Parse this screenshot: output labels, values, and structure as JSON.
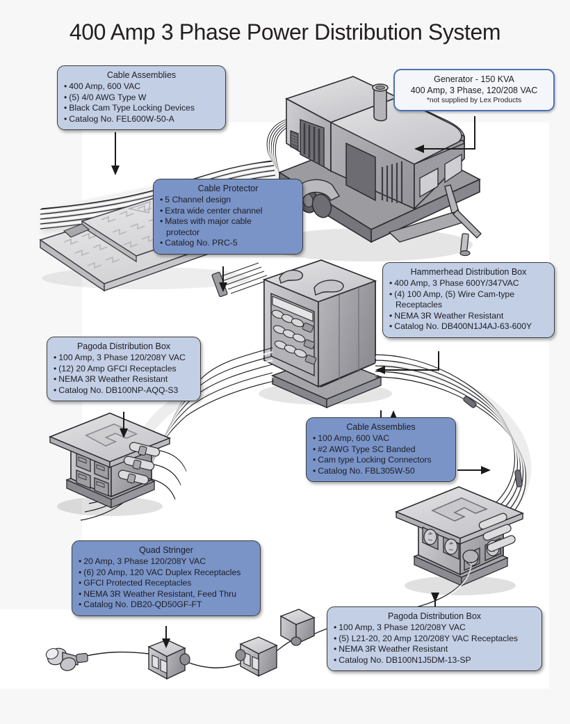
{
  "title": "400 Amp 3 Phase Power Distribution System",
  "colors": {
    "callout_light": "#c3cfe5",
    "callout_dark": "#7a94c8",
    "callout_outline": "#4d73b5",
    "text": "#1c1c22",
    "equipment_gray": "#9a9a9f",
    "equipment_light": "#d7d7da",
    "background": "#ffffff"
  },
  "callouts": {
    "cable_assemblies_top": {
      "title": "Cable Assemblies",
      "items": [
        "400 Amp, 600 VAC",
        "(5) 4/0 AWG Type W",
        "Black Cam Type Locking Devices",
        "Catalog No. FEL600W-50-A"
      ]
    },
    "generator": {
      "line1": "Generator  - 150 KVA",
      "line2": "400 Amp, 3 Phase, 120/208 VAC",
      "line3": "*not supplied by Lex Products"
    },
    "cable_protector": {
      "title": "Cable Protector",
      "items": [
        "5 Channel design",
        "Extra wide center channel",
        "Mates with major cable",
        "Catalog No. PRC-5"
      ],
      "continuation": "protector",
      "continuation_after_index": 2
    },
    "hammerhead": {
      "title": "Hammerhead Distribution Box",
      "items": [
        "400 Amp, 3 Phase 600Y/347VAC",
        "(4) 100 Amp, (5) Wire Cam-type",
        "NEMA 3R Weather Resistant",
        "Catalog No. DB400N1J4AJ-63-600Y"
      ],
      "continuation": "Receptacles",
      "continuation_after_index": 1
    },
    "pagoda_top": {
      "title": "Pagoda  Distribution Box",
      "items": [
        "100 Amp, 3 Phase 120/208Y VAC",
        "(12) 20 Amp GFCI Receptacles",
        "NEMA 3R Weather Resistant",
        "Catalog No. DB100NP-AQQ-S3"
      ]
    },
    "cable_assemblies_mid": {
      "title": "Cable Assemblies",
      "items": [
        "100 Amp, 600 VAC",
        "#2 AWG Type SC Banded",
        "Cam type Locking Connectors",
        "Catalog No. FBL305W-50"
      ]
    },
    "quad_stringer": {
      "title": "Quad Stringer",
      "items": [
        "20 Amp, 3 Phase 120/208Y VAC",
        "(6) 20 Amp, 120 VAC Duplex Receptacles",
        "GFCI Protected Receptacles",
        "NEMA 3R Weather Resistant, Feed Thru",
        "Catalog No. DB20-QD50GF-FT"
      ]
    },
    "pagoda_bottom": {
      "title": "Pagoda Distribution Box",
      "items": [
        "100 Amp, 3 Phase 120/208Y VAC",
        "(5) L21-20, 20 Amp 120/208Y VAC Receptacles",
        "NEMA 3R Weather Resistant",
        "Catalog No. DB100N1J5DM-13-SP"
      ]
    }
  },
  "equipment": {
    "generator": "trailer-mounted-generator",
    "cable_protector": "five-channel-cable-protector-ramp",
    "hammerhead_box": "hammerhead-distribution-box",
    "pagoda_top_box": "pagoda-distribution-box-gfci",
    "pagoda_bottom_box": "pagoda-distribution-box-twistlock",
    "quad_stringer": "quad-stringer-cable-run"
  },
  "bullet": "•"
}
